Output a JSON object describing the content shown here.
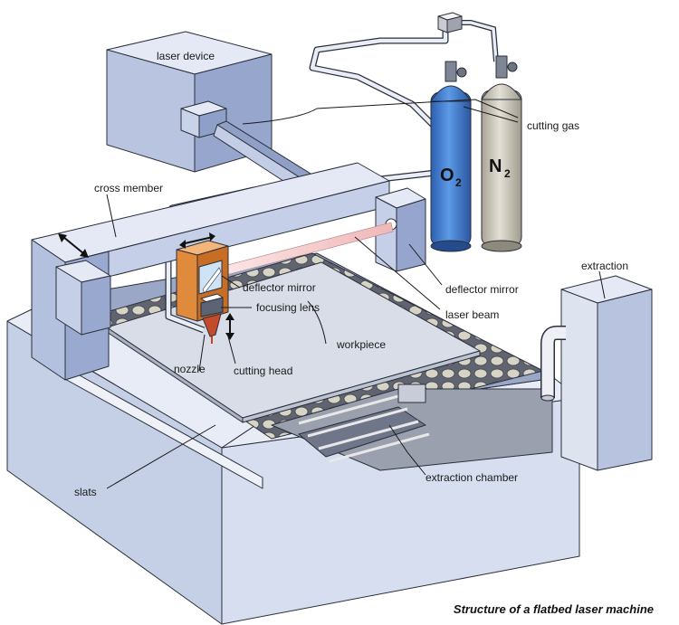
{
  "labels": {
    "laser_device": "laser device",
    "cutting_gas": "cutting gas",
    "cross_member": "cross member",
    "deflector_mirror_head": "deflector mirror",
    "deflector_mirror_right": "deflector mirror",
    "focusing_lens": "focusing lens",
    "laser_beam": "laser beam",
    "extraction": "extraction",
    "workpiece": "workpiece",
    "nozzle": "nozzle",
    "cutting_head": "cutting head",
    "slats": "slats",
    "extraction_chamber": "extraction chamber"
  },
  "cylinders": {
    "oxygen": {
      "symbol": "O",
      "subscript": "2",
      "color": "#3f7fd4"
    },
    "nitrogen": {
      "symbol": "N",
      "subscript": "2",
      "color": "#cfcabd"
    }
  },
  "caption": "Structure of a flatbed laser machine",
  "colors": {
    "machine_blue_light": "#d9e1f2",
    "machine_blue_mid": "#b7c4e0",
    "machine_blue_dark": "#8a9bc4",
    "cutting_head_orange": "#e08a3c",
    "laser_beam": "#f4c9c9"
  }
}
